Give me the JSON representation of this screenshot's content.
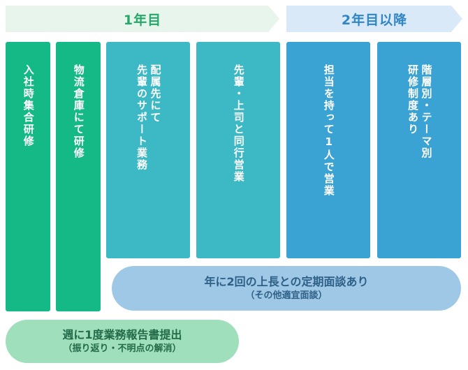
{
  "header": {
    "year1_label": "1年目",
    "year2_label": "2年目以降"
  },
  "boxes": [
    {
      "text": "入社時集合研修"
    },
    {
      "text": "物流倉庫にて研修"
    },
    {
      "text": "配属先にて\n先輩のサポート業務"
    },
    {
      "text": "先輩・上司と同行営業"
    },
    {
      "text": "担当を持って1人で営業"
    },
    {
      "text": "階層別・テーマ別\n研修制度あり"
    }
  ],
  "interview": {
    "main": "年に2回の上長との定期面談あり",
    "sub": "（その他適宜面談）"
  },
  "report": {
    "main": "週に1度業務報告書提出",
    "sub": "（振り返り・不明点の解消）"
  },
  "colors": {
    "green": "#15b985",
    "teal": "#3cb9c4",
    "blue": "#3aa3d3",
    "year1_arrow": "#e8f5ec",
    "year2_arrow": "#dae9f8",
    "interview_pill": "#9ec8e6",
    "report_pill": "#9fdfbc"
  }
}
